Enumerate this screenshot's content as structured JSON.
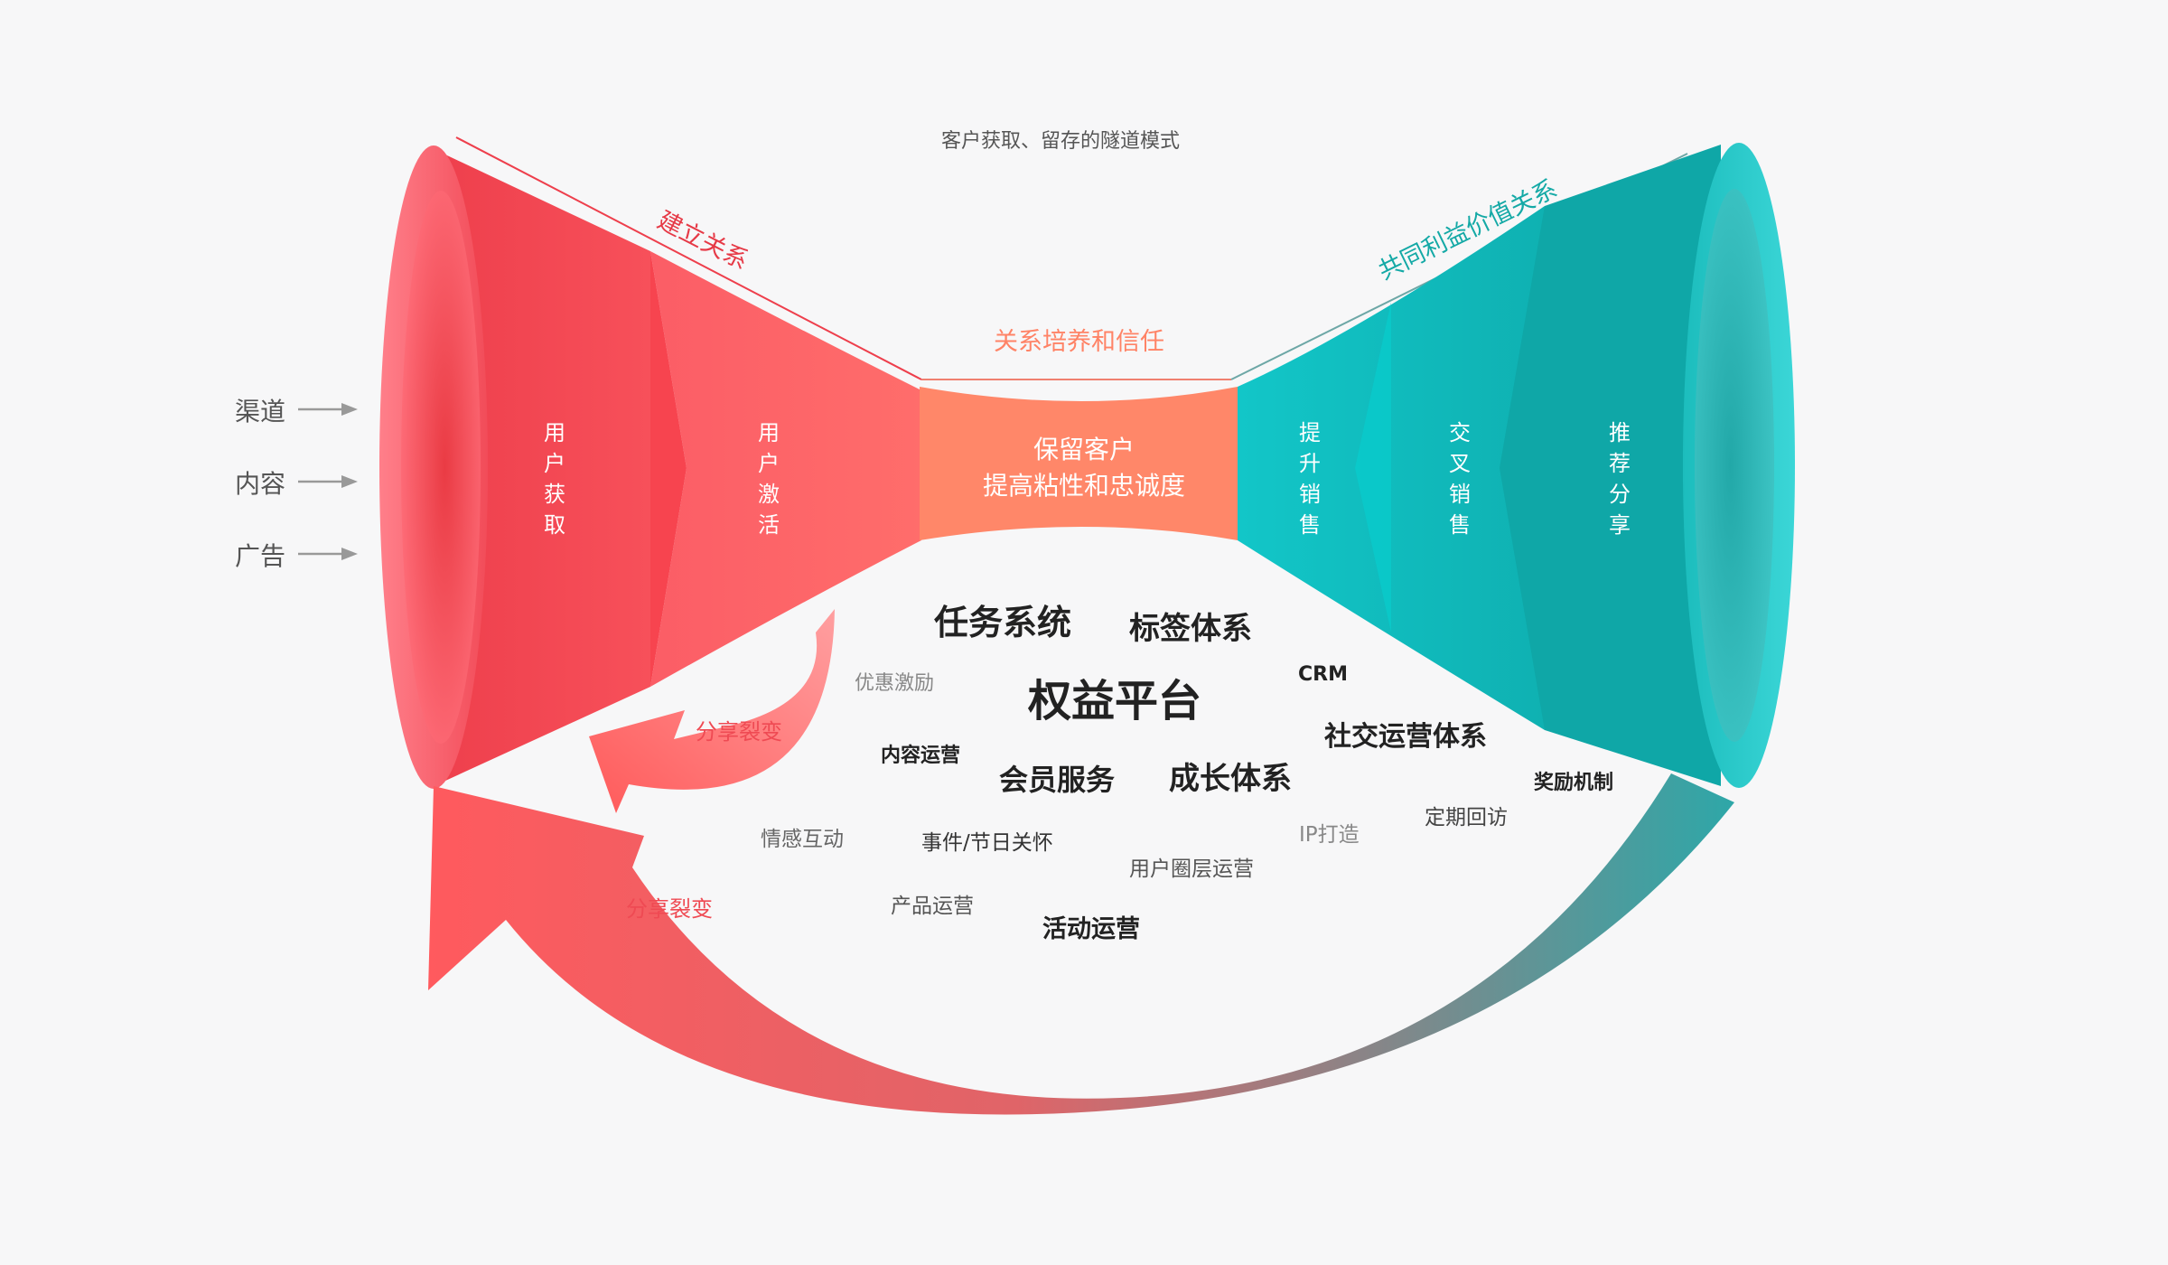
{
  "title": "客户获取、留存的隧道模式",
  "inputs": [
    "渠道",
    "内容",
    "广告"
  ],
  "labels": {
    "build_relationship": "建立关系",
    "cultivate_trust": "关系培养和信任",
    "mutual_benefit": "共同利益价值关系"
  },
  "stages": {
    "user_acquisition": "用户获取",
    "user_activation": "用户激活",
    "upsell": "提升销售",
    "cross_sell": "交叉销售",
    "referral": "推荐分享"
  },
  "center": {
    "line1": "保留客户",
    "line2": "提高粘性和忠诚度"
  },
  "share_labels": [
    "分享裂变",
    "分享裂变"
  ],
  "keywords": [
    "任务系统",
    "标签体系",
    "优惠激励",
    "权益平台",
    "CRM",
    "社交运营体系",
    "内容运营",
    "会员服务",
    "成长体系",
    "奖励机制",
    "定期回访",
    "IP打造",
    "情感互动",
    "事件/节日关怀",
    "用户圈层运营",
    "产品运营",
    "活动运营"
  ],
  "colors": {
    "red": "#f24c59",
    "coral": "#ff8769",
    "teal": "#0fb1b2"
  }
}
